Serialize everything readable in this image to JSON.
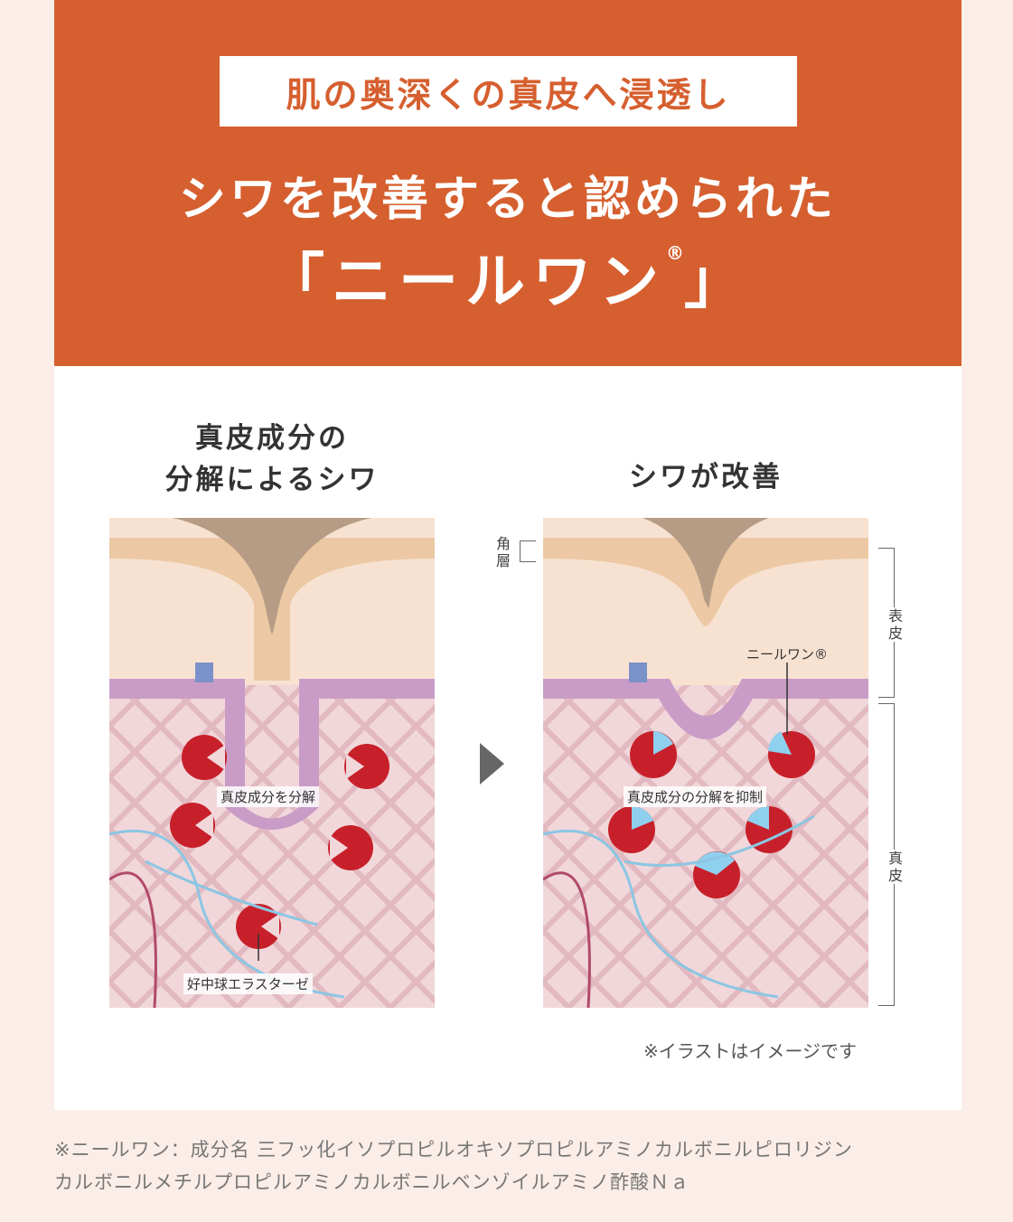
{
  "header": {
    "badge": "肌の奥深くの真皮へ浸透し",
    "headline": "シワを改善すると認められた",
    "product_open": "「ニールワン",
    "product_mark": "®",
    "product_close": "」"
  },
  "left_panel": {
    "title_line1": "真皮成分の",
    "title_line2": "分解によるシワ",
    "label_breakdown": "真皮成分を分解",
    "label_enzyme": "好中球エラスターゼ"
  },
  "right_panel": {
    "title": "シワが改善",
    "label_product": "ニールワン®",
    "label_inhibit": "真皮成分の分解を抑制",
    "layer_stratum": "角層",
    "layer_epidermis": "表皮",
    "layer_dermis": "真皮"
  },
  "note": "※イラストはイメージです",
  "footnote": {
    "line1": "※ニールワン：成分名 三フッ化イソプロピルオキソプロピルアミノカルボニルピロリジン",
    "line2": "カルボニルメチルプロピルアミノカルボニルベンゾイルアミノ酢酸Ｎａ"
  },
  "colors": {
    "accent": "#d65f2f",
    "background": "#fbede7"
  }
}
